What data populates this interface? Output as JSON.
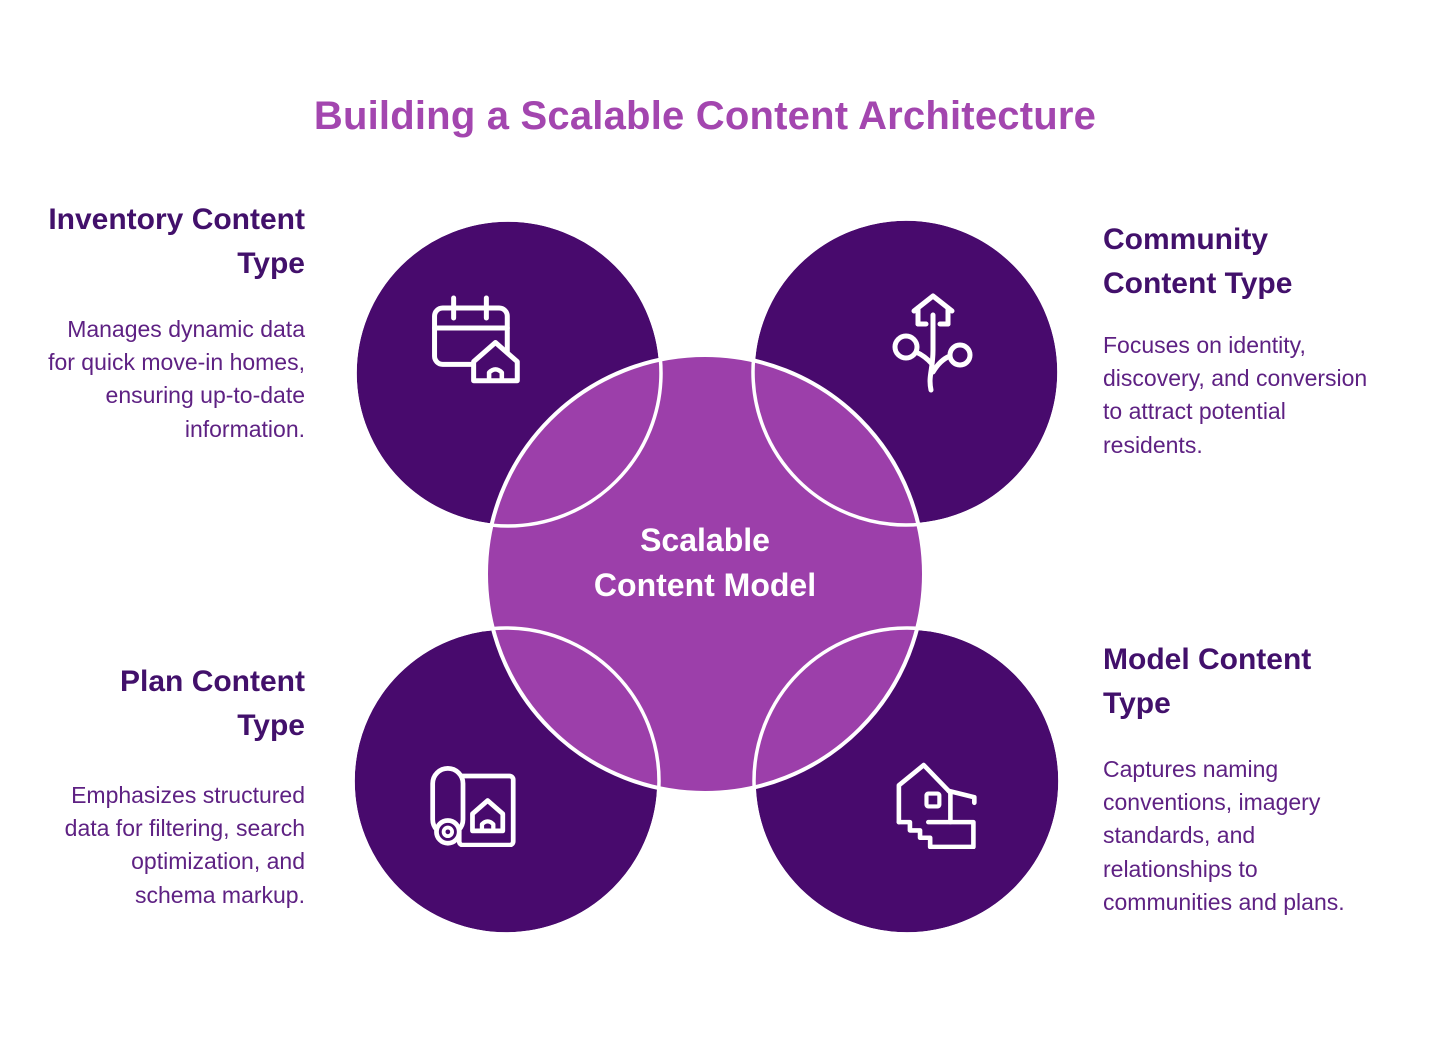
{
  "title": "Building a Scalable Content Architecture",
  "center": {
    "line1": "Scalable",
    "line2": "Content Model"
  },
  "nodes": [
    {
      "id": "inventory",
      "heading": "Inventory Content Type",
      "description": "Manages dynamic data for quick move-in homes, ensuring up-to-date information.",
      "icon": "calendar-home-icon",
      "position": "top-left"
    },
    {
      "id": "community",
      "heading": "Community Content Type",
      "description": "Focuses on identity, discovery, and conversion to attract potential residents.",
      "icon": "community-growth-icon",
      "position": "top-right"
    },
    {
      "id": "plan",
      "heading": "Plan Content Type",
      "description": "Emphasizes structured data for filtering, search optimization, and schema markup.",
      "icon": "blueprint-house-icon",
      "position": "bottom-left"
    },
    {
      "id": "model",
      "heading": "Model Content Type",
      "description": "Captures naming conventions, imagery standards, and relationships to communities and plans.",
      "icon": "model-house-icon",
      "position": "bottom-right"
    }
  ],
  "colors": {
    "background": "#FFFFFF",
    "title_text": "#A346AF",
    "heading_text": "#42106B",
    "body_text": "#5E2183",
    "outer_circle_fill": "#480A6D",
    "center_circle_fill": "#9C3FAA",
    "circle_stroke": "#FFFFFF",
    "icon_stroke": "#FFFFFF",
    "center_text": "#FFFFFF"
  }
}
